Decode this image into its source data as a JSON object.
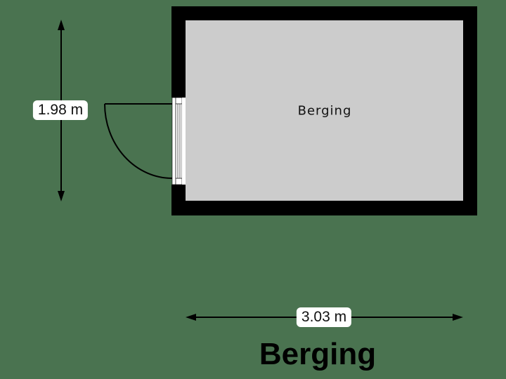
{
  "floorplan": {
    "title": "Berging",
    "rooms": [
      {
        "name": "Berging",
        "fill": "#cccccc"
      }
    ],
    "dimensions": {
      "height": {
        "label": "1.98 m",
        "orientation": "vertical"
      },
      "width": {
        "label": "3.03 m",
        "orientation": "horizontal"
      }
    },
    "colors": {
      "background": "#4a7350",
      "wall": "#000000",
      "floor": "#cccccc",
      "label_bg": "#ffffff"
    },
    "openings": [
      {
        "type": "door",
        "wall": "left",
        "swing": "outward"
      }
    ]
  }
}
